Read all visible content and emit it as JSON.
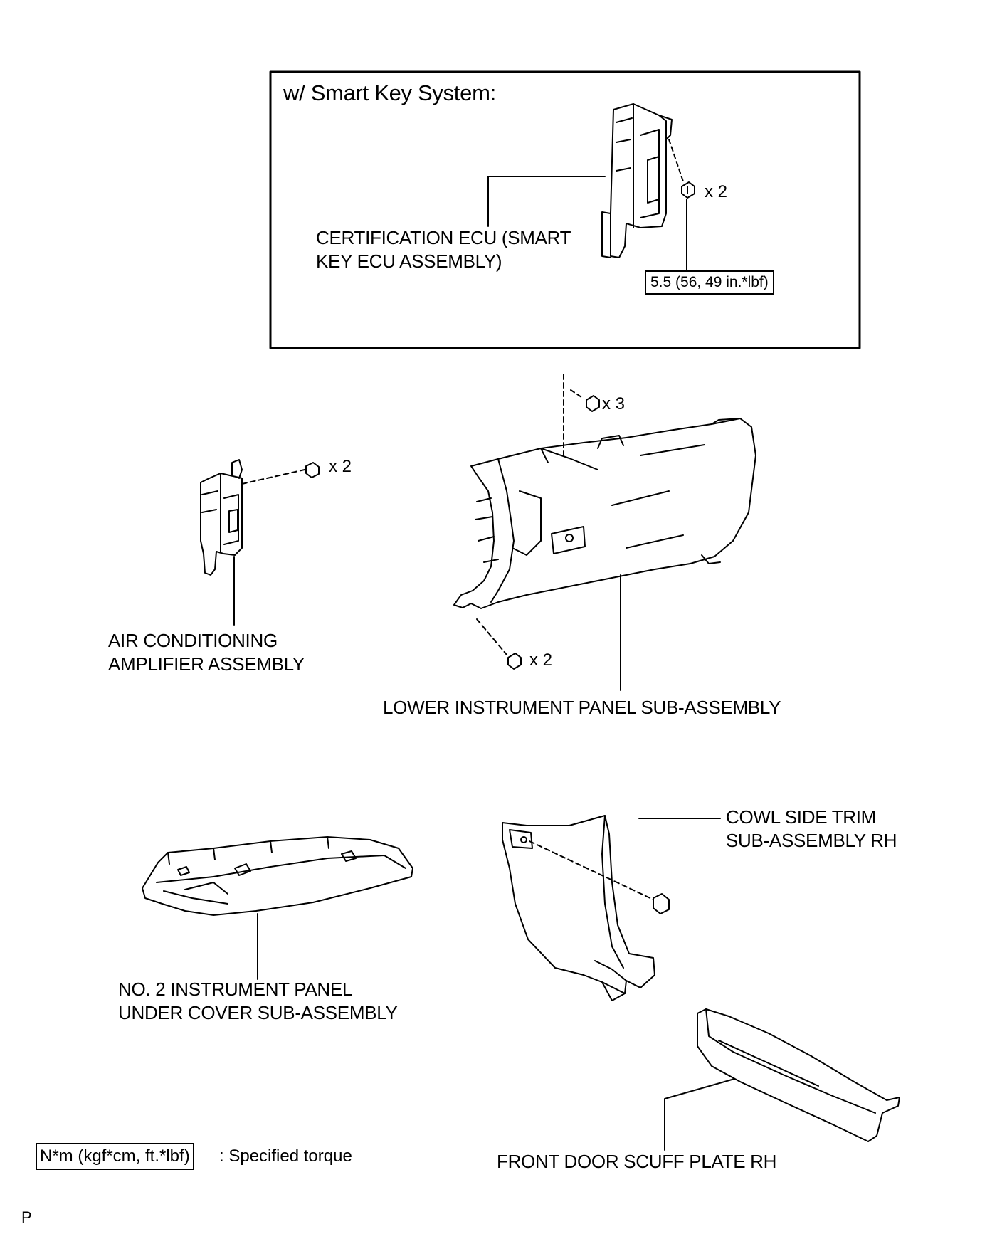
{
  "inset": {
    "title": "w/ Smart Key System:",
    "ecu_label_line1": "CERTIFICATION ECU (SMART",
    "ecu_label_line2": "KEY ECU ASSEMBLY)",
    "bolt_qty": "x 2",
    "torque": "5.5 (56, 49 in.*lbf)"
  },
  "parts": {
    "ac_amp_line1": "AIR CONDITIONING",
    "ac_amp_line2": "AMPLIFIER ASSEMBLY",
    "ac_amp_bolt_qty": "x 2",
    "lower_panel": "LOWER INSTRUMENT PANEL SUB-ASSEMBLY",
    "lower_panel_top_qty": "x 3",
    "lower_panel_bottom_qty": "x 2",
    "under_cover_line1": "NO. 2 INSTRUMENT PANEL",
    "under_cover_line2": "UNDER COVER SUB-ASSEMBLY",
    "cowl_line1": "COWL SIDE TRIM",
    "cowl_line2": "SUB-ASSEMBLY RH",
    "scuff_plate": "FRONT DOOR SCUFF PLATE RH"
  },
  "legend": {
    "unit_box": "N*m (kgf*cm, ft.*lbf)",
    "description": ": Specified torque"
  },
  "footer": {
    "code": "P"
  }
}
